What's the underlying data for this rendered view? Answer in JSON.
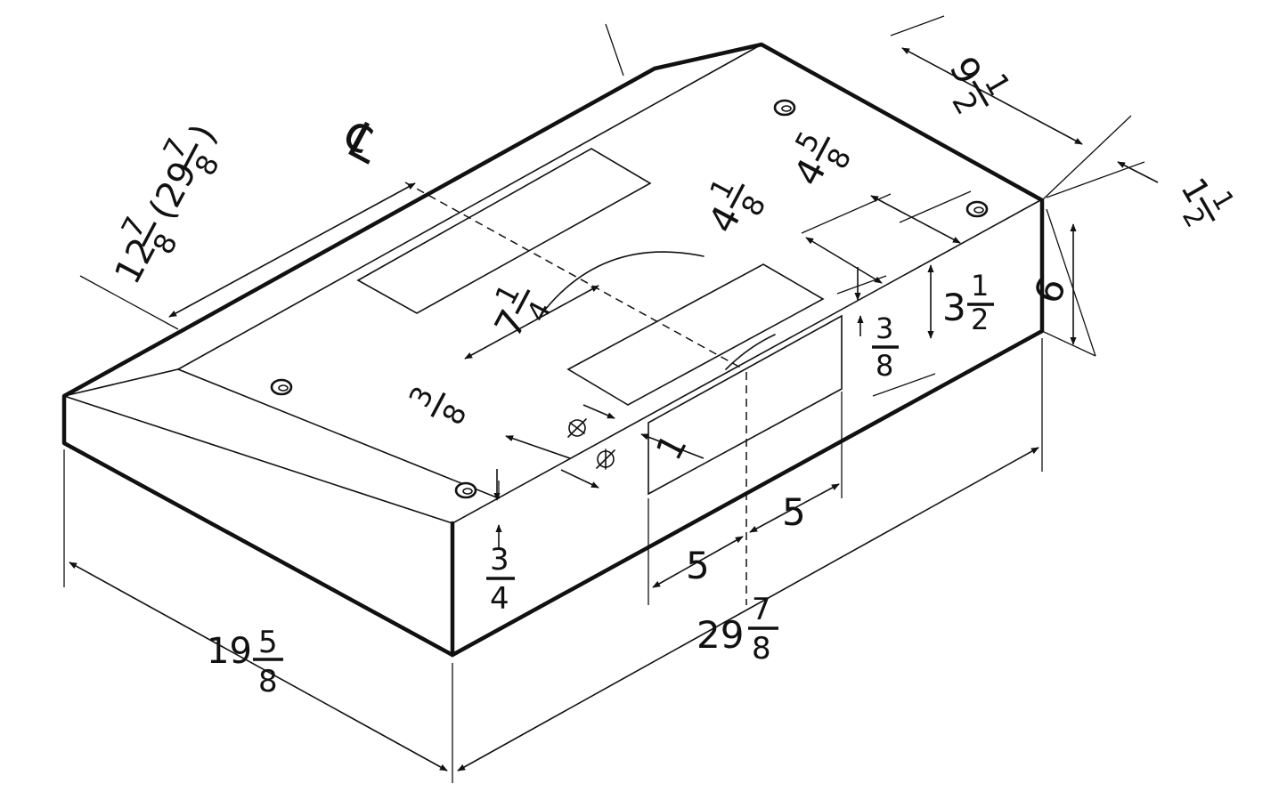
{
  "labels": {
    "overall_width": "29 7/8",
    "overall_width_whole": "29",
    "overall_width_num": "7",
    "overall_width_den": "8",
    "depth": "19 5/8",
    "depth_whole": "19",
    "depth_num": "5",
    "depth_den": "8",
    "height": "6",
    "top_setback": "9 1/2",
    "top_setback_whole": "9",
    "top_setback_num": "1",
    "top_setback_den": "2",
    "rear_setback": "1 1/2",
    "rear_setback_whole": "1",
    "rear_setback_num": "1",
    "rear_setback_den": "2",
    "centerline_offset": "12 7/8 (29 7/8)",
    "centerline_whole": "12",
    "centerline_num": "7",
    "centerline_den": "8",
    "centerline_paren_whole": "(29",
    "centerline_paren_num": "7",
    "centerline_paren_den": "8",
    "centerline_close": ")",
    "centerline_symbol": "℄",
    "duct_width": "7 1/4",
    "duct_whole": "7",
    "duct_num": "1",
    "duct_den": "4",
    "dim_4_1_8_whole": "4",
    "dim_4_1_8_num": "1",
    "dim_4_1_8_den": "8",
    "dim_4_5_8_whole": "4",
    "dim_4_5_8_num": "5",
    "dim_4_5_8_den": "8",
    "back_height_whole": "3",
    "back_height_num": "1",
    "back_height_den": "2",
    "small_3_8_num": "3",
    "small_3_8_den": "8",
    "hole_offset_num": "3",
    "hole_offset_den": "8",
    "front_3_4_num": "3",
    "front_3_4_den": "4",
    "knockout_left": "5",
    "knockout_right": "5",
    "knockout_one": "1"
  }
}
